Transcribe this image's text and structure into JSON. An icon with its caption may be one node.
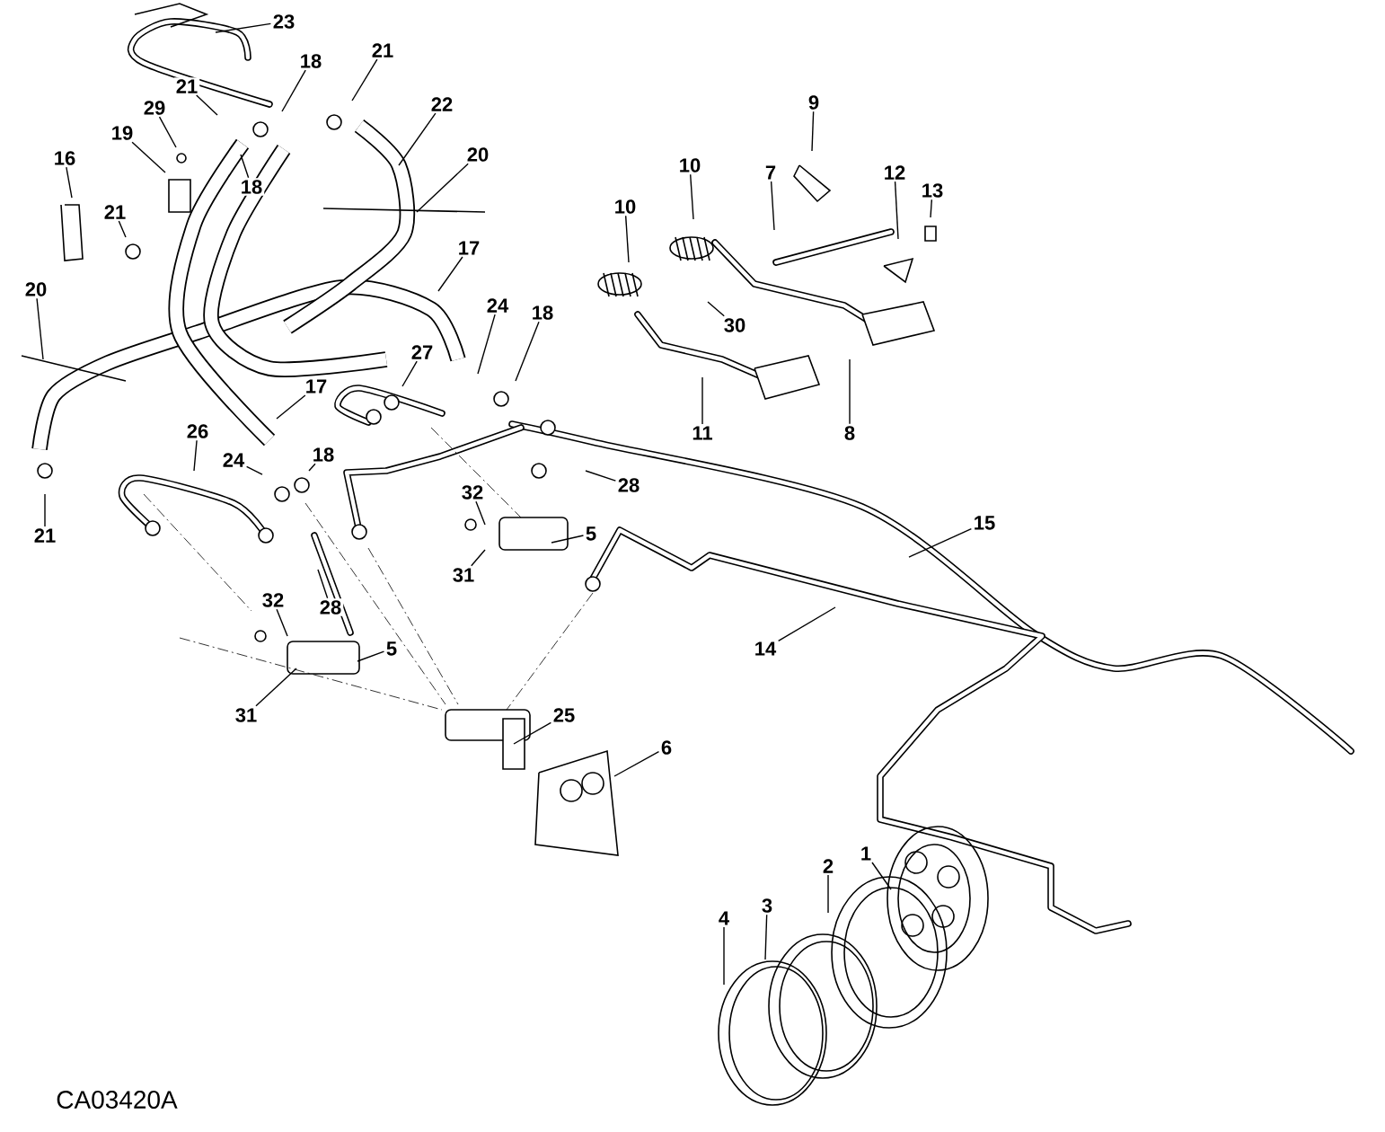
{
  "diagram": {
    "nodes": [
      {
        "text": [
          "23"
        ]
      },
      {
        "text": [
          "21"
        ]
      },
      {
        "text": [
          "18"
        ]
      },
      {
        "text": [
          "22"
        ]
      },
      {
        "text": [
          "20"
        ]
      },
      {
        "text": [
          "21"
        ]
      },
      {
        "text": [
          "29"
        ]
      },
      {
        "text": [
          "19"
        ]
      },
      {
        "text": [
          "18"
        ]
      },
      {
        "text": [
          "16"
        ]
      },
      {
        "text": [
          "21"
        ]
      },
      {
        "text": [
          "17"
        ]
      },
      {
        "text": [
          "20"
        ]
      },
      {
        "text": [
          "24"
        ]
      },
      {
        "text": [
          "27"
        ]
      },
      {
        "text": [
          "18"
        ]
      },
      {
        "text": [
          "17"
        ]
      },
      {
        "text": [
          "26"
        ]
      },
      {
        "text": [
          "24"
        ]
      },
      {
        "text": [
          "18"
        ]
      },
      {
        "text": [
          "21"
        ]
      },
      {
        "text": [
          "10"
        ]
      },
      {
        "text": [
          "10"
        ]
      },
      {
        "text": [
          "7"
        ]
      },
      {
        "text": [
          "9"
        ]
      },
      {
        "text": [
          "12"
        ]
      },
      {
        "text": [
          "13"
        ]
      },
      {
        "text": [
          "30"
        ]
      },
      {
        "text": [
          "11"
        ]
      },
      {
        "text": [
          "8"
        ]
      },
      {
        "text": [
          "32"
        ]
      },
      {
        "text": [
          "5"
        ]
      },
      {
        "text": [
          "31"
        ]
      },
      {
        "text": [
          "28"
        ]
      },
      {
        "text": [
          "15"
        ]
      },
      {
        "text": [
          "14"
        ]
      },
      {
        "text": [
          "32"
        ]
      },
      {
        "text": [
          "28"
        ]
      },
      {
        "text": [
          "5"
        ]
      },
      {
        "text": [
          "31"
        ]
      },
      {
        "text": [
          "25"
        ]
      },
      {
        "text": [
          "6"
        ]
      },
      {
        "text": [
          "1"
        ]
      },
      {
        "text": [
          "2"
        ]
      },
      {
        "text": [
          "3"
        ]
      },
      {
        "text": [
          "4"
        ]
      }
    ],
    "edges": [
      {
        "from": 0,
        "to": null,
        "arrow": "none"
      },
      {
        "from": 1,
        "to": null,
        "arrow": "none"
      },
      {
        "from": 2,
        "to": null,
        "arrow": "none"
      },
      {
        "from": 3,
        "to": null,
        "arrow": "none"
      },
      {
        "from": 4,
        "to": null,
        "arrow": "none"
      },
      {
        "from": 5,
        "to": null,
        "arrow": "none"
      },
      {
        "from": 6,
        "to": null,
        "arrow": "none"
      },
      {
        "from": 7,
        "to": null,
        "arrow": "none"
      },
      {
        "from": 8,
        "to": null,
        "arrow": "none"
      },
      {
        "from": 9,
        "to": null,
        "arrow": "none"
      },
      {
        "from": 10,
        "to": null,
        "arrow": "none"
      },
      {
        "from": 11,
        "to": null,
        "arrow": "none"
      },
      {
        "from": 12,
        "to": null,
        "arrow": "none"
      },
      {
        "from": 13,
        "to": null,
        "arrow": "none"
      },
      {
        "from": 14,
        "to": null,
        "arrow": "none"
      },
      {
        "from": 15,
        "to": null,
        "arrow": "none"
      },
      {
        "from": 16,
        "to": null,
        "arrow": "none"
      },
      {
        "from": 17,
        "to": null,
        "arrow": "none"
      },
      {
        "from": 18,
        "to": null,
        "arrow": "none"
      },
      {
        "from": 19,
        "to": null,
        "arrow": "none"
      },
      {
        "from": 20,
        "to": null,
        "arrow": "none"
      },
      {
        "from": 21,
        "to": null,
        "arrow": "none"
      },
      {
        "from": 22,
        "to": null,
        "arrow": "none"
      },
      {
        "from": 23,
        "to": null,
        "arrow": "none"
      },
      {
        "from": 24,
        "to": null,
        "arrow": "none"
      },
      {
        "from": 25,
        "to": null,
        "arrow": "none"
      },
      {
        "from": 26,
        "to": null,
        "arrow": "none"
      },
      {
        "from": 27,
        "to": null,
        "arrow": "none"
      },
      {
        "from": 28,
        "to": null,
        "arrow": "none"
      },
      {
        "from": 29,
        "to": null,
        "arrow": "none"
      },
      {
        "from": 30,
        "to": null,
        "arrow": "none"
      },
      {
        "from": 31,
        "to": null,
        "arrow": "none"
      },
      {
        "from": 32,
        "to": null,
        "arrow": "none"
      },
      {
        "from": 33,
        "to": null,
        "arrow": "none"
      },
      {
        "from": 34,
        "to": null,
        "arrow": "none"
      },
      {
        "from": 35,
        "to": null,
        "arrow": "none"
      },
      {
        "from": 36,
        "to": null,
        "arrow": "none"
      },
      {
        "from": 37,
        "to": null,
        "arrow": "none"
      },
      {
        "from": 38,
        "to": null,
        "arrow": "none"
      },
      {
        "from": 39,
        "to": null,
        "arrow": "none"
      },
      {
        "from": 40,
        "to": null,
        "arrow": "none"
      },
      {
        "from": 41,
        "to": null,
        "arrow": "none"
      },
      {
        "from": 42,
        "to": null,
        "arrow": "none"
      },
      {
        "from": 43,
        "to": null,
        "arrow": "none"
      },
      {
        "from": 44,
        "to": null,
        "arrow": "none"
      },
      {
        "from": 45,
        "to": null,
        "arrow": "none"
      }
    ],
    "labels": [
      "CA03420A"
    ]
  }
}
